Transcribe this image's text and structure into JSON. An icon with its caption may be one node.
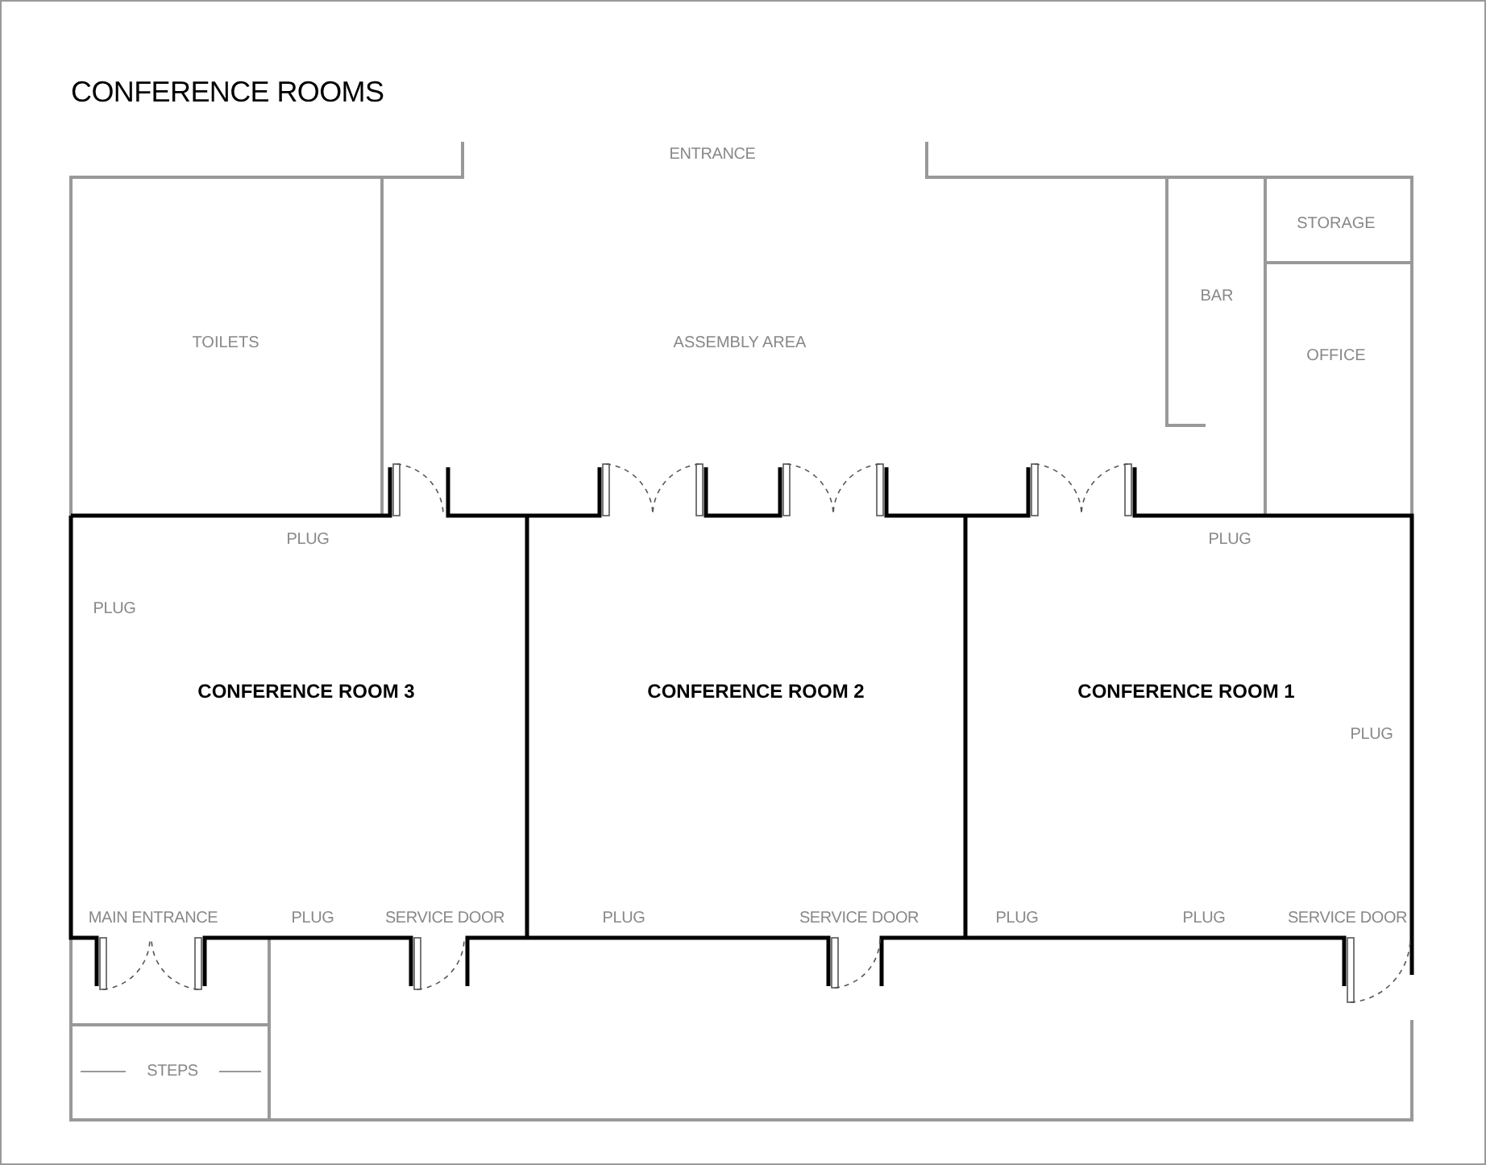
{
  "diagram": {
    "title": "CONFERENCE ROOMS",
    "nodes": [
      {
        "text": [
          "STORAGE"
        ]
      },
      {
        "text": [
          "BAR"
        ]
      },
      {
        "text": [
          "TOILETS"
        ]
      },
      {
        "text": [
          "ASSEMBLY AREA"
        ]
      },
      {
        "text": [
          "OFFICE"
        ]
      },
      {
        "text": [
          "CONFERENCE ROOM 3"
        ]
      },
      {
        "text": [
          "CONFERENCE ROOM 2"
        ]
      },
      {
        "text": [
          "CONFERENCE ROOM 1"
        ]
      }
    ],
    "labels": [
      "ENTRANCE",
      "PLUG",
      "PLUG",
      "PLUG",
      "PLUG",
      "MAIN ENTRANCE",
      "PLUG",
      "SERVICE DOOR",
      "PLUG",
      "SERVICE DOOR",
      "PLUG",
      "PLUG",
      "SERVICE DOOR",
      "STEPS"
    ]
  }
}
